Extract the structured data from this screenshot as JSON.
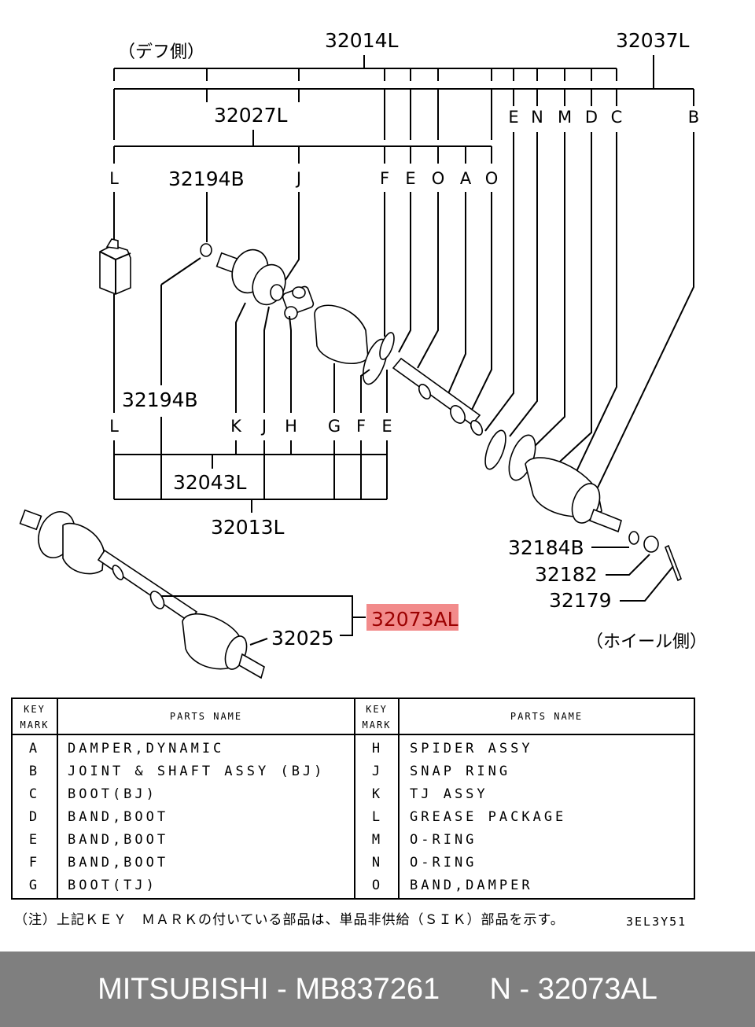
{
  "callouts": {
    "diff_side": "（デフ側）",
    "wheel_side": "（ホイール側）",
    "p32014L": "32014L",
    "p32037L": "32037L",
    "p32027L": "32027L",
    "p32194B_top": "32194B",
    "p32194B_mid": "32194B",
    "p32043L": "32043L",
    "p32013L": "32013L",
    "p32184B": "32184B",
    "p32182": "32182",
    "p32179": "32179",
    "p32025": "32025",
    "p32073AL": "32073AL"
  },
  "letters_top": [
    "L",
    "J",
    "F",
    "E",
    "O",
    "A",
    "O"
  ],
  "letters_right": [
    "E",
    "N",
    "M",
    "D",
    "C",
    "B"
  ],
  "letters_bottom": [
    "L",
    "K",
    "J",
    "H",
    "G",
    "F",
    "E"
  ],
  "table": {
    "header_mark": [
      "KEY",
      "MARK"
    ],
    "header_name": "PARTS NAME",
    "left": [
      {
        "mark": "A",
        "name": "DAMPER,DYNAMIC"
      },
      {
        "mark": "B",
        "name": "JOINT & SHAFT ASSY (BJ)"
      },
      {
        "mark": "C",
        "name": "BOOT(BJ)"
      },
      {
        "mark": "D",
        "name": "BAND,BOOT"
      },
      {
        "mark": "E",
        "name": "BAND,BOOT"
      },
      {
        "mark": "F",
        "name": "BAND,BOOT"
      },
      {
        "mark": "G",
        "name": "BOOT(TJ)"
      }
    ],
    "right": [
      {
        "mark": "H",
        "name": "SPIDER ASSY"
      },
      {
        "mark": "J",
        "name": "SNAP RING"
      },
      {
        "mark": "K",
        "name": "TJ ASSY"
      },
      {
        "mark": "L",
        "name": "GREASE PACKAGE"
      },
      {
        "mark": "M",
        "name": "O-RING"
      },
      {
        "mark": "N",
        "name": "O-RING"
      },
      {
        "mark": "O",
        "name": "BAND,DAMPER"
      }
    ]
  },
  "footnote": "（注）上記ＫＥＹ　ＭＡＲＫの付いている部品は、単品非供給（ＳＩＫ）部品を示す。",
  "drawing_code": "3EL3Y51",
  "footer": {
    "brand": "MITSUBISHI",
    "separator": " - ",
    "part_number": "MB837261",
    "spacer": "      ",
    "n_prefix": "N - ",
    "n_code": "32073AL"
  }
}
